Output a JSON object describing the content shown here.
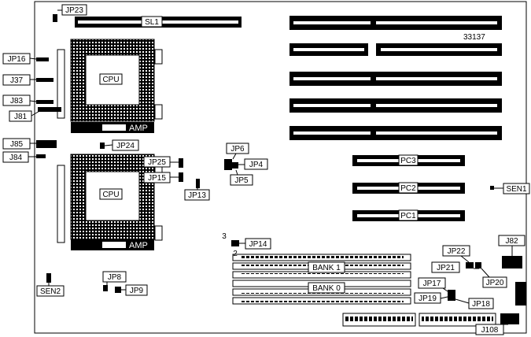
{
  "board_id": "33137",
  "slots": {
    "sl1": "SL1",
    "pc3": "PC3",
    "pc2": "PC2",
    "pc1": "PC1"
  },
  "memory": {
    "bank1": "BANK 1",
    "bank0": "BANK 0"
  },
  "cpu": {
    "upper_label": "CPU",
    "lower_label": "CPU",
    "vrm_brand": "AMP"
  },
  "jumpers": {
    "jp23": "JP23",
    "jp16": "JP16",
    "j37": "J37",
    "j83": "J83",
    "j81": "J81",
    "j85": "J85",
    "j84": "J84",
    "jp24": "JP24",
    "jp25": "JP25",
    "jp15": "JP15",
    "jp13": "JP13",
    "jp6": "JP6",
    "jp4": "JP4",
    "jp5": "JP5",
    "jp14": "JP14",
    "jp8": "JP8",
    "jp9": "JP9",
    "jp22": "JP22",
    "jp21": "JP21",
    "jp20": "JP20",
    "jp17": "JP17",
    "jp19": "JP19",
    "jp18": "JP18",
    "j82": "J82",
    "j108": "J108",
    "sen1": "SEN1",
    "sen2": "SEN2"
  },
  "pin_numbers": {
    "jp14_pin_top": "3",
    "jp14_pin_bottom": "2"
  }
}
